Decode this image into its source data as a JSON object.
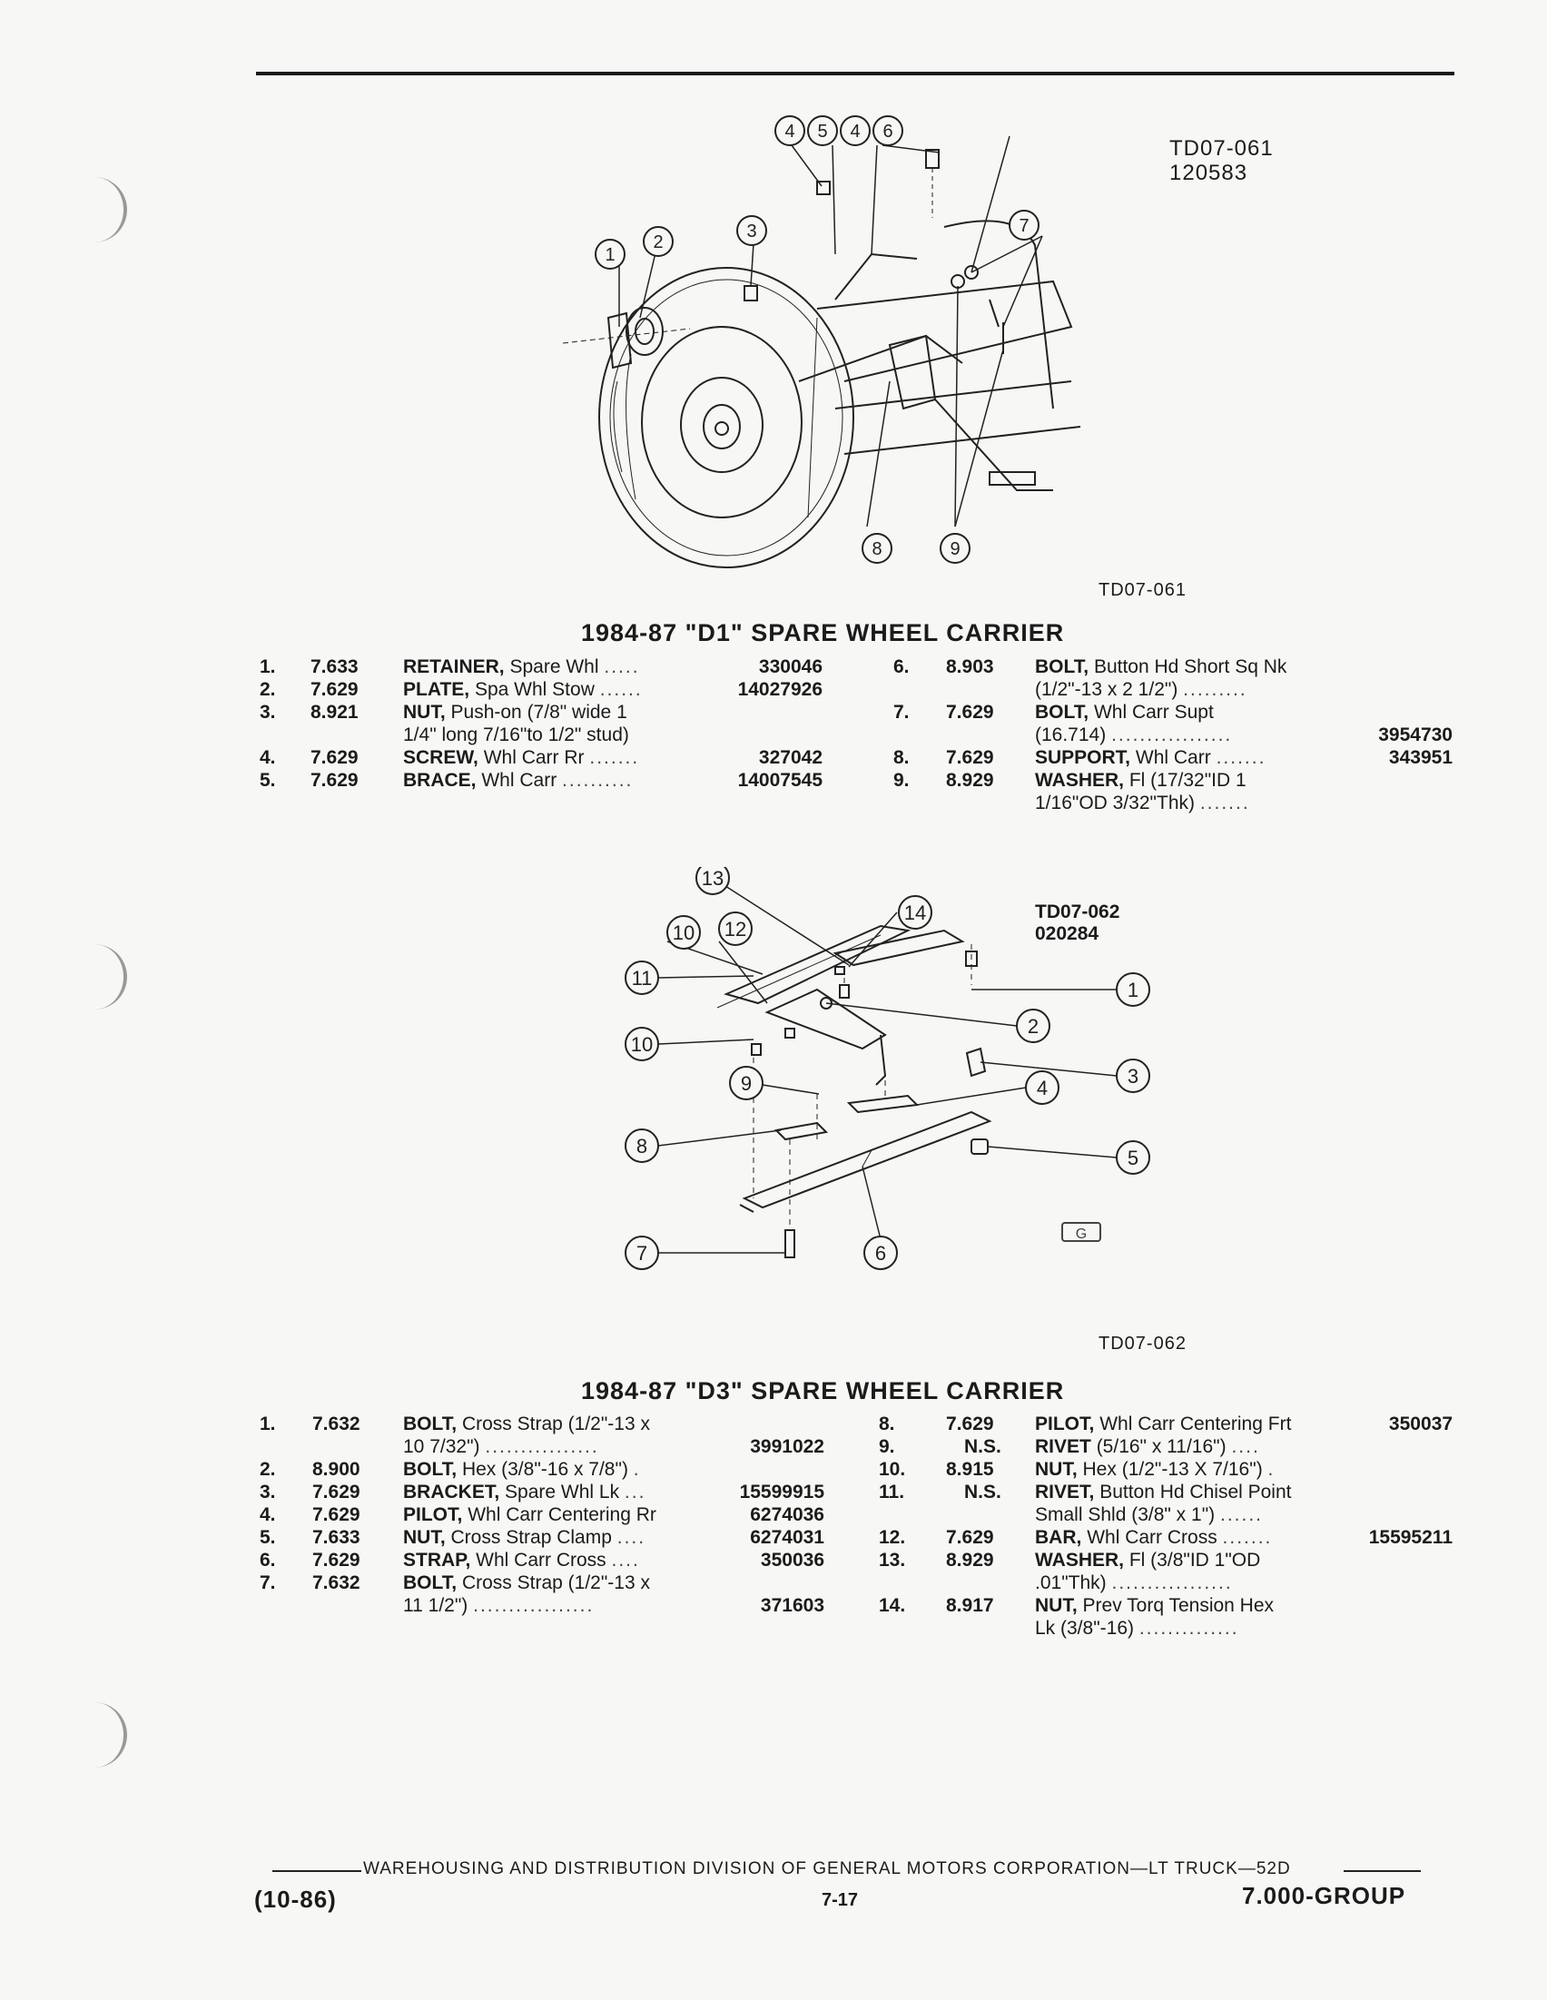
{
  "fig1": {
    "ref_code": "TD07-061",
    "ref_date": "120583",
    "caption": "TD07-061",
    "callouts": [
      "1",
      "2",
      "3",
      "4",
      "5",
      "4",
      "6",
      "7",
      "8",
      "9"
    ]
  },
  "section1": {
    "title": "1984-87 \"D1\" SPARE WHEEL CARRIER",
    "left": [
      {
        "num": "1.",
        "group": "7.633",
        "name": "RETAINER,",
        "desc": "Spare Whl",
        "dots": ".....",
        "part": "330046"
      },
      {
        "num": "2.",
        "group": "7.629",
        "name": "PLATE,",
        "desc": "Spa Whl Stow",
        "dots": "......",
        "part": "14027926"
      },
      {
        "num": "3.",
        "group": "8.921",
        "name": "NUT,",
        "desc": "Push-on (7/8\" wide 1",
        "desc2": "1/4\" long 7/16\"to 1/2\" stud)",
        "dots": "",
        "part": ""
      },
      {
        "num": "4.",
        "group": "7.629",
        "name": "SCREW,",
        "desc": "Whl Carr Rr",
        "dots": ".......",
        "part": "327042"
      },
      {
        "num": "5.",
        "group": "7.629",
        "name": "BRACE,",
        "desc": "Whl Carr",
        "dots": "..........",
        "part": "14007545"
      }
    ],
    "right": [
      {
        "num": "6.",
        "group": "8.903",
        "name": "BOLT,",
        "desc": "Button Hd Short Sq Nk",
        "desc2": "(1/2\"-13 x 2 1/2\")",
        "dots": ".........",
        "part": ""
      },
      {
        "num": "7.",
        "group": "7.629",
        "name": "BOLT,",
        "desc": "Whl Carr Supt",
        "desc2": "(16.714)",
        "dots": ".................",
        "part": "3954730"
      },
      {
        "num": "8.",
        "group": "7.629",
        "name": "SUPPORT,",
        "desc": "Whl Carr",
        "dots": ".......",
        "part": "343951"
      },
      {
        "num": "9.",
        "group": "8.929",
        "name": "WASHER,",
        "desc": "Fl (17/32\"ID 1",
        "desc2": "1/16\"OD 3/32\"Thk)",
        "dots": ".......",
        "part": ""
      }
    ]
  },
  "fig2": {
    "ref_code": "TD07-062",
    "ref_date": "020284",
    "caption": "TD07-062",
    "callouts": [
      "13",
      "14",
      "10",
      "12",
      "11",
      "1",
      "2",
      "10",
      "3",
      "9",
      "4",
      "8",
      "5",
      "7",
      "6"
    ],
    "logo": "G"
  },
  "section2": {
    "title": "1984-87 \"D3\" SPARE WHEEL CARRIER",
    "left": [
      {
        "num": "1.",
        "group": "7.632",
        "name": "BOLT,",
        "desc": "Cross Strap (1/2\"-13 x",
        "desc2": "10 7/32\")",
        "dots": "................",
        "part": "3991022"
      },
      {
        "num": "2.",
        "group": "8.900",
        "name": "BOLT,",
        "desc": "Hex (3/8\"-16 x 7/8\")",
        "dots": ".",
        "part": ""
      },
      {
        "num": "3.",
        "group": "7.629",
        "name": "BRACKET,",
        "desc": "Spare Whl Lk",
        "dots": "...",
        "part": "15599915"
      },
      {
        "num": "4.",
        "group": "7.629",
        "name": "PILOT,",
        "desc": "Whl Carr Centering Rr",
        "dots": "",
        "part": "6274036"
      },
      {
        "num": "5.",
        "group": "7.633",
        "name": "NUT,",
        "desc": "Cross Strap Clamp",
        "dots": "....",
        "part": "6274031"
      },
      {
        "num": "6.",
        "group": "7.629",
        "name": "STRAP,",
        "desc": "Whl Carr Cross",
        "dots": "....",
        "part": "350036"
      },
      {
        "num": "7.",
        "group": "7.632",
        "name": "BOLT,",
        "desc": "Cross Strap (1/2\"-13 x",
        "desc2": "11 1/2\")",
        "dots": ".................",
        "part": "371603"
      }
    ],
    "right": [
      {
        "num": "8.",
        "group": "7.629",
        "name": "PILOT,",
        "desc": "Whl Carr Centering Frt",
        "dots": "",
        "part": "350037"
      },
      {
        "num": "9.",
        "group": "N.S.",
        "name": "RIVET",
        "desc": "(5/16\" x 11/16\")",
        "dots": "....",
        "part": ""
      },
      {
        "num": "10.",
        "group": "8.915",
        "name": "NUT,",
        "desc": "Hex (1/2\"-13 X 7/16\")",
        "dots": ".",
        "part": ""
      },
      {
        "num": "11.",
        "group": "N.S.",
        "name": "RIVET,",
        "desc": "Button Hd Chisel Point",
        "desc2": "Small Shld (3/8\" x 1\")",
        "dots": "......",
        "part": ""
      },
      {
        "num": "12.",
        "group": "7.629",
        "name": "BAR,",
        "desc": "Whl Carr Cross",
        "dots": ".......",
        "part": "15595211"
      },
      {
        "num": "13.",
        "group": "8.929",
        "name": "WASHER,",
        "desc": "Fl (3/8\"ID 1\"OD",
        "desc2": ".01\"Thk)",
        "dots": ".................",
        "part": ""
      },
      {
        "num": "14.",
        "group": "8.917",
        "name": "NUT,",
        "desc": "Prev Torq Tension Hex",
        "desc2": "Lk (3/8\"-16)",
        "dots": "..............",
        "part": ""
      }
    ]
  },
  "footer": {
    "division": "WAREHOUSING AND DISTRIBUTION  DIVISION OF GENERAL MOTORS CORPORATION—LT TRUCK—52D",
    "date": "(10-86)",
    "page": "7-17",
    "group": "7.000-GROUP"
  }
}
